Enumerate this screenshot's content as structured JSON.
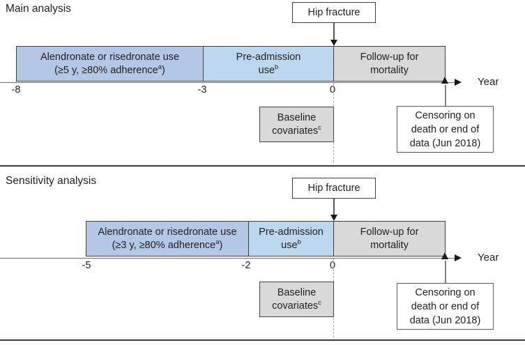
{
  "colors": {
    "exposure_fill": "#b4c7e7",
    "preadmission_fill": "#bdd7ee",
    "followup_fill": "#d9d9d9",
    "baseline_fill": "#d9d9d9",
    "box_border": "#404040",
    "hip_box_border": "#3f3f3f",
    "censoring_border": "#595959",
    "axis_line": "#6e6e6e",
    "text": "#1f1f1f"
  },
  "sections": [
    {
      "title": "Main analysis",
      "hip_fracture": "Hip fracture",
      "exposure_line1": "Alendronate or risedronate use",
      "exposure_line2_pre": "(≥5 y, ≥80% adherence",
      "exposure_sup": "a",
      "exposure_line2_post": ")",
      "preadmission_line1": "Pre-admission",
      "preadmission_line2_pre": "use",
      "preadmission_sup": "b",
      "followup_line1": "Follow-up for",
      "followup_line2": "mortality",
      "ticks": [
        "-8",
        "-3",
        "0"
      ],
      "axis_label": "Year",
      "baseline_line1": "Baseline",
      "baseline_line2_pre": "covariates",
      "baseline_sup": "c",
      "censoring_line1": "Censoring on",
      "censoring_line2": "death or end of",
      "censoring_line3": "data (Jun 2018)"
    },
    {
      "title": "Sensitivity analysis",
      "hip_fracture": "Hip fracture",
      "exposure_line1": "Alendronate or risedronate use",
      "exposure_line2_pre": "(≥3 y, ≥80% adherence",
      "exposure_sup": "a",
      "exposure_line2_post": ")",
      "preadmission_line1": "Pre-admission",
      "preadmission_line2_pre": "use",
      "preadmission_sup": "b",
      "followup_line1": "Follow-up for",
      "followup_line2": "mortality",
      "ticks": [
        "-5",
        "-2",
        "0"
      ],
      "axis_label": "Year",
      "baseline_line1": "Baseline",
      "baseline_line2_pre": "covariates",
      "baseline_sup": "c",
      "censoring_line1": "Censoring on",
      "censoring_line2": "death or end of",
      "censoring_line3": "data (Jun 2018)"
    }
  ]
}
